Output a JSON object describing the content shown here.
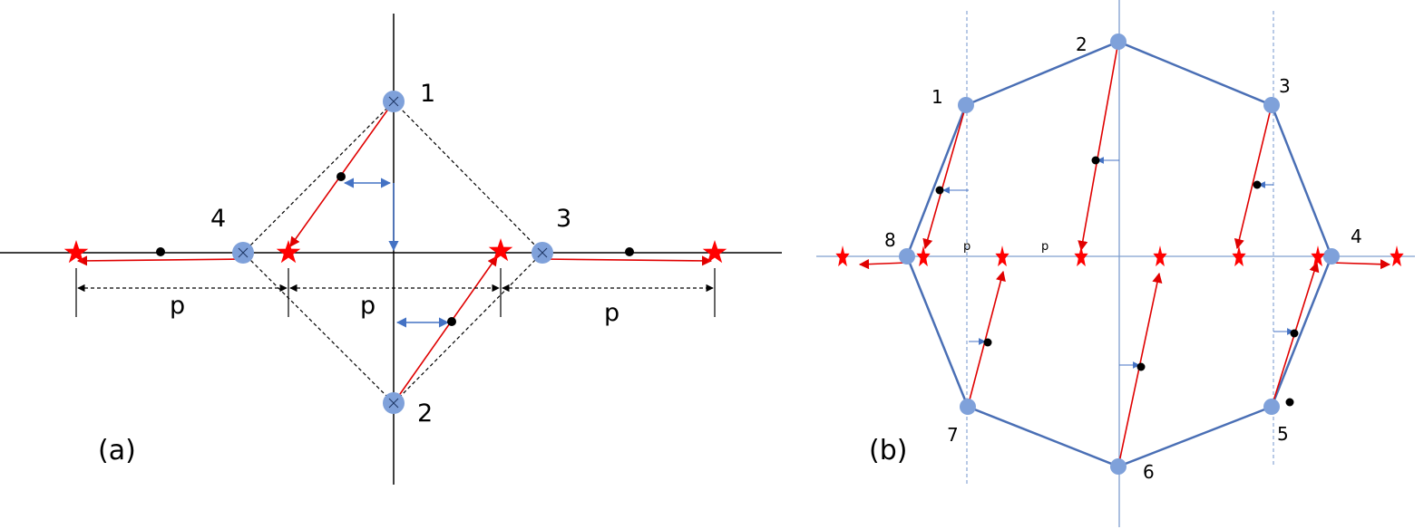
{
  "panel_a": {
    "caption": "(a)",
    "node_labels": [
      "1",
      "2",
      "3",
      "4"
    ],
    "dimension_labels": [
      "p",
      "p",
      "p"
    ]
  },
  "panel_b": {
    "caption": "(b)",
    "node_labels": [
      "1",
      "2",
      "3",
      "4",
      "5",
      "6",
      "7",
      "8"
    ],
    "axis_labels": [
      "p",
      "p"
    ]
  },
  "colors": {
    "node": "#7fa1da",
    "octagon": "#4a6fb5",
    "arrow_red": "#e00000",
    "arrow_blue": "#4472c4",
    "star": "#ff0000"
  }
}
